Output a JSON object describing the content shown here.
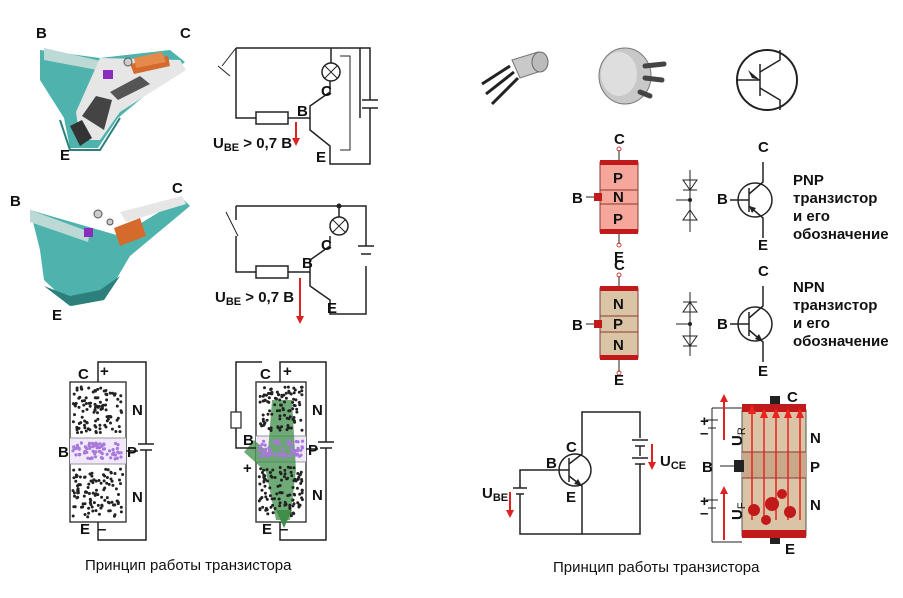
{
  "left_panel": {
    "caption": "Принцип работы транзистора",
    "pipe1": {
      "label_b": "B",
      "label_c": "C",
      "label_e": "E"
    },
    "pipe2": {
      "label_b": "B",
      "label_c": "C",
      "label_e": "E"
    },
    "circuit1": {
      "label_b": "B",
      "label_c": "C",
      "label_e": "E",
      "ube_main": "U",
      "ube_sub": "BE",
      "ube_rest": " > 0,7 B"
    },
    "circuit2": {
      "label_b": "B",
      "label_c": "C",
      "label_e": "E",
      "ube_main": "U",
      "ube_sub": "BE",
      "ube_rest": " > 0,7 B"
    },
    "block1": {
      "c": "C",
      "plus": "+",
      "b": "B",
      "p": "P",
      "e": "E",
      "minus": "–",
      "n_top": "N",
      "n_bottom": "N"
    },
    "block2": {
      "c": "C",
      "plus_top": "+",
      "b": "B",
      "p": "P",
      "e": "E",
      "minus": "–",
      "plus_side": "+",
      "n_top": "N",
      "n_bottom": "N"
    }
  },
  "right_panel": {
    "caption": "Принцип работы транзистора",
    "pnp": {
      "c": "C",
      "b": "B",
      "e": "E",
      "layers": [
        "P",
        "N",
        "P"
      ],
      "desc": [
        "PNP",
        "транзистор",
        "и его",
        "обозначение"
      ]
    },
    "npn": {
      "c": "C",
      "b": "B",
      "e": "E",
      "layers": [
        "N",
        "P",
        "N"
      ],
      "desc": [
        "NPN",
        "транзистор",
        "и его",
        "обозначение"
      ]
    },
    "bottom_circuit": {
      "b": "B",
      "c": "C",
      "e": "E",
      "ube_main": "U",
      "ube_sub": "BE",
      "uce_main": "U",
      "uce_sub": "CE"
    },
    "bottom_block": {
      "c": "C",
      "b": "B",
      "e": "E",
      "layers": [
        "N",
        "P",
        "N"
      ],
      "ur": "U",
      "ur_sub": "R",
      "uf": "U",
      "uf_sub": "F",
      "plus1": "+",
      "minus1": "–",
      "plus2": "+",
      "minus2": "–"
    }
  },
  "colors": {
    "pipe_teal": "#4fb3ad",
    "pipe_dark": "#2d7f7c",
    "paddle": "#d46a2c",
    "valve": "#8a2dbd",
    "pnp_fill": "#f4a79a",
    "npn_fill": "#d9c4a6",
    "red_bar": "#c21a1a",
    "arrow_red": "#d22222",
    "dot_purple": "#a77ad9",
    "flow_green": "#3f8f4a"
  }
}
